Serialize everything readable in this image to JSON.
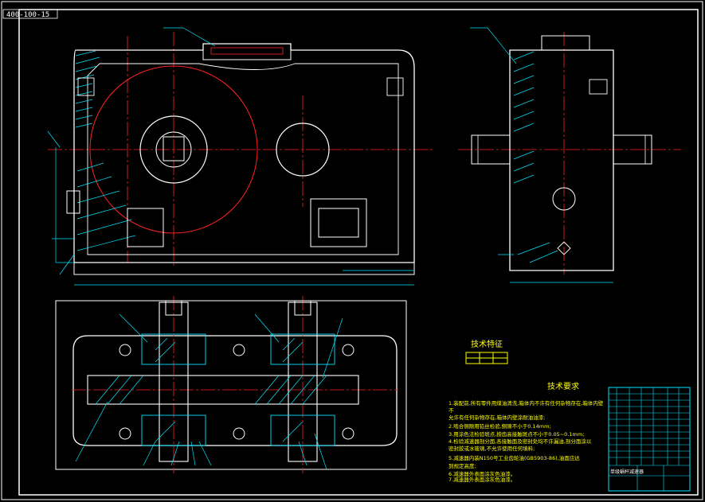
{
  "drawing": {
    "code": "400-100-15",
    "colors": {
      "background": "#000000",
      "frame": "#ffffff",
      "part_outline": "#ffffff",
      "centerline": "#ff2222",
      "leader": "#00e5ff",
      "hatch": "#00e5ff",
      "note_text": "#ffff00",
      "title_block": "#00e5ff"
    },
    "tech_features": {
      "title": "技术特征",
      "table": [
        "",
        "",
        ""
      ]
    },
    "tech_requirements": {
      "title": "技术要求",
      "lines": [
        "1.装配前,所有零件用煤油清洗,箱体内不许有任何杂物存在,箱体内壁",
        "   不",
        "   允许有任何杂物存在,箱体内壁涂耐油油漆;",
        "2.啮合侧隙用铅丝检验,侧隙不小于0.14mm;",
        "3.用涂色法检验斑点,按齿高接触斑点不小于0.05~0.1mm;",
        "4.检验减速器剖分面,各接触面及密封处均不许漏油,剖分面涂以",
        "   密封胶或水玻璃,不允许使用任何填料;",
        "5.减速器内装N150号工业齿轮油(GB5903-86),油面应达",
        "   到规定高度;",
        "6.减速器外表面涂灰色油漆。",
        "7.减速器外表面涂灰色油漆。"
      ]
    },
    "title_block": {
      "name": "单级蜗杆减速器"
    }
  }
}
